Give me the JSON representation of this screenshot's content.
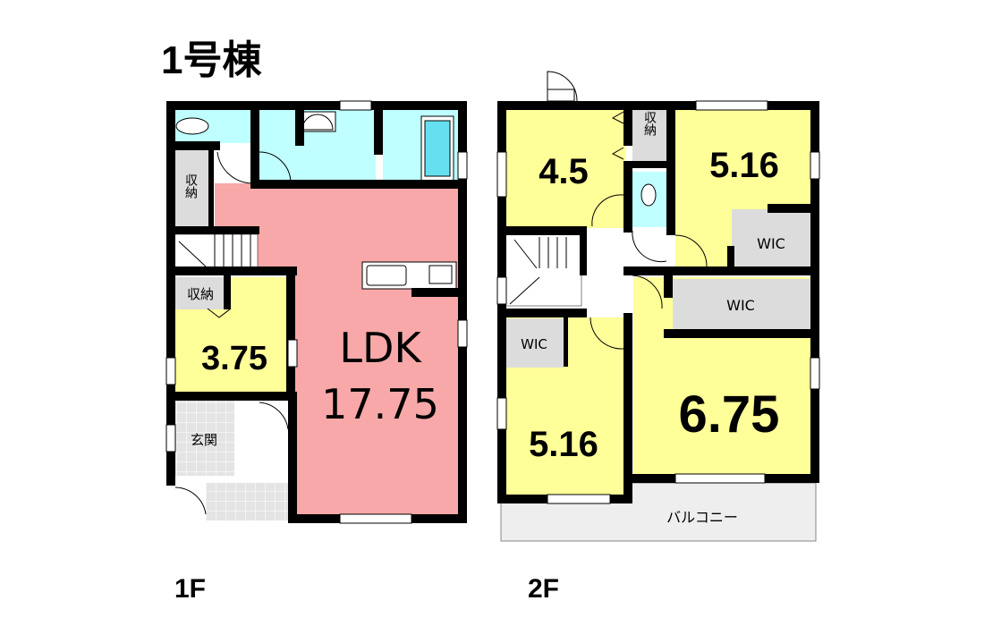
{
  "building_title": "1号棟",
  "colors": {
    "ldk": "#f8a8a8",
    "bedroom": "#ffff99",
    "wet": "#bfffff",
    "storage": "#dcdcdc",
    "balcony": "#eeeeee"
  },
  "floor1": {
    "label": "1F",
    "ldk_name": "LDK",
    "ldk_size": "17.75",
    "room_375": "3.75",
    "storage_a": "収納",
    "storage_b": "収納",
    "entrance": "玄関"
  },
  "floor2": {
    "label": "2F",
    "room_45": "4.5",
    "room_516_top": "5.16",
    "room_516_bottom": "5.16",
    "room_675": "6.75",
    "storage": "収納",
    "wic_1": "WIC",
    "wic_2": "WIC",
    "wic_3": "WIC",
    "balcony": "バルコニー"
  }
}
